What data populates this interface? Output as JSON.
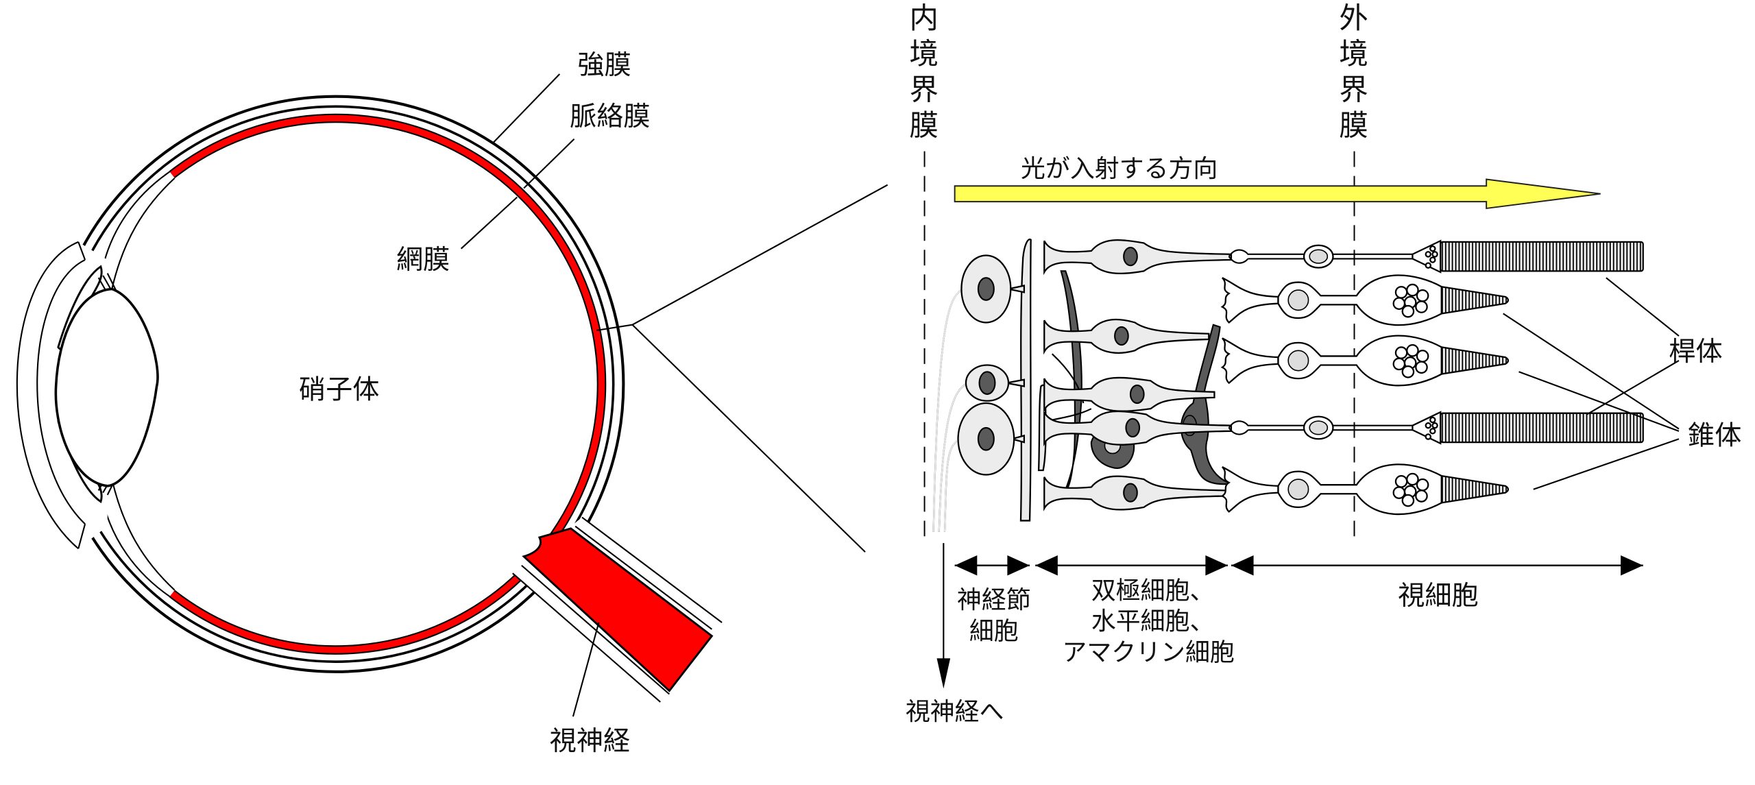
{
  "eye": {
    "labels": {
      "sclera": "強膜",
      "choroid": "脈絡膜",
      "retina": "網膜",
      "vitreous": "硝子体",
      "optic_nerve": "視神経"
    },
    "colors": {
      "choroid_retina": "#ff0000",
      "outline": "#000000"
    }
  },
  "retina_detail": {
    "inner_limiting_membrane": "内境界膜",
    "outer_limiting_membrane": "外境界膜",
    "light_direction": "光が入射する方向",
    "rod": "桿体",
    "cone": "錐体",
    "light_arrow_color": "#ffff55",
    "layers": {
      "ganglion": [
        "神経節",
        "細胞"
      ],
      "bipolar": [
        "双極細胞、",
        "水平細胞、",
        "アマクリン細胞"
      ],
      "photoreceptor": "視細胞"
    },
    "to_optic_nerve": "視神経へ"
  }
}
